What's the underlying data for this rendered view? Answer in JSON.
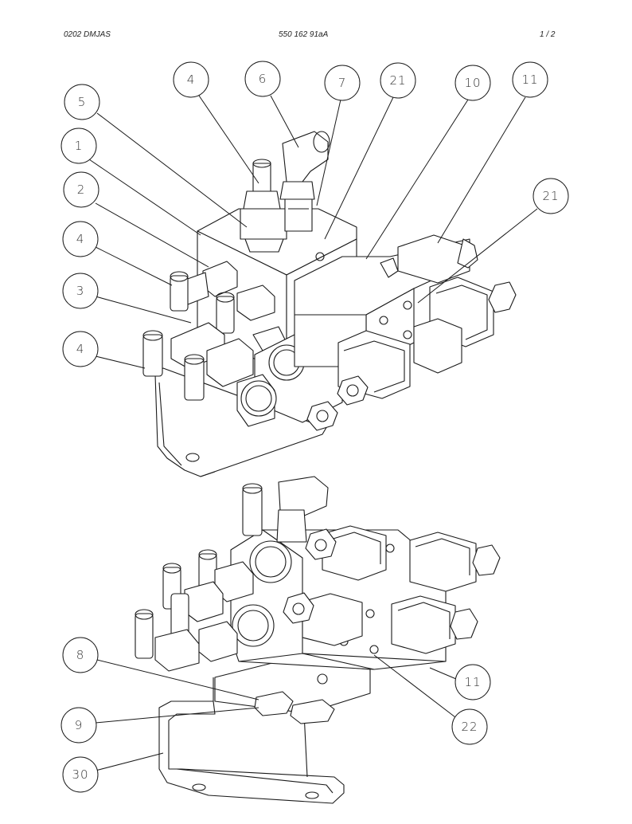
{
  "header": {
    "left": "0202 DMJAS",
    "center": "550 162 91aA",
    "right": "1 /   2"
  },
  "callouts": [
    {
      "id": "c1",
      "label": "4"
    },
    {
      "id": "c2",
      "label": "6"
    },
    {
      "id": "c3",
      "label": "7"
    },
    {
      "id": "c4",
      "label": "21"
    },
    {
      "id": "c5",
      "label": "10"
    },
    {
      "id": "c6",
      "label": "11"
    },
    {
      "id": "c7",
      "label": "5"
    },
    {
      "id": "c8",
      "label": "1"
    },
    {
      "id": "c9",
      "label": "2"
    },
    {
      "id": "c10",
      "label": "21"
    },
    {
      "id": "c11",
      "label": "4"
    },
    {
      "id": "c12",
      "label": "3"
    },
    {
      "id": "c13",
      "label": "4"
    },
    {
      "id": "c14",
      "label": "8"
    },
    {
      "id": "c15",
      "label": "11"
    },
    {
      "id": "c16",
      "label": "9"
    },
    {
      "id": "c17",
      "label": "22"
    },
    {
      "id": "c18",
      "label": "30"
    }
  ]
}
